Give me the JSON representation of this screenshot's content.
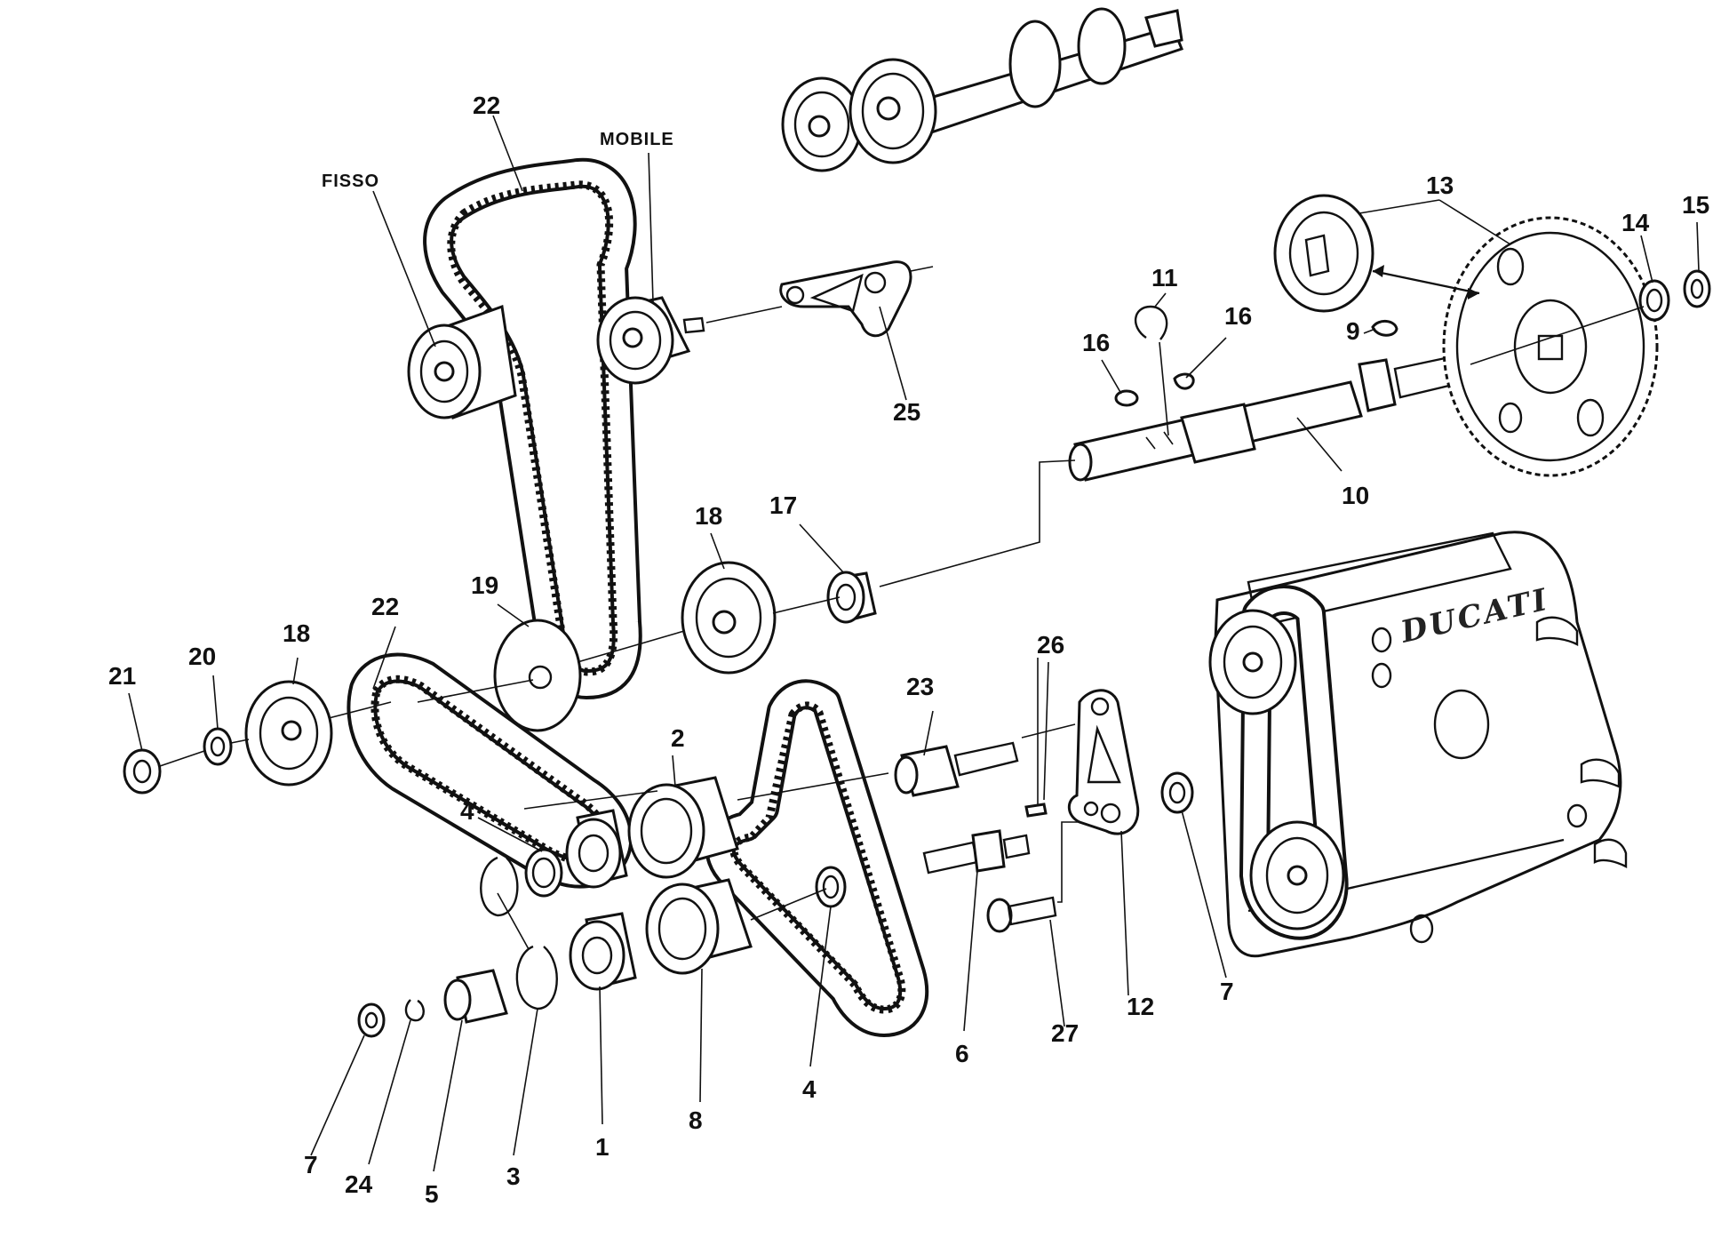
{
  "words": {
    "fisso": "FISSO",
    "mobile": "MOBILE",
    "brand": "DUCATI"
  },
  "callouts": [
    "22",
    "13",
    "15",
    "14",
    "11",
    "16",
    "16",
    "9",
    "25",
    "10",
    "18",
    "17",
    "19",
    "22",
    "26",
    "23",
    "21",
    "20",
    "18",
    "2",
    "4",
    "12",
    "7",
    "6",
    "27",
    "4",
    "8",
    "1",
    "3",
    "5",
    "24",
    "7"
  ]
}
